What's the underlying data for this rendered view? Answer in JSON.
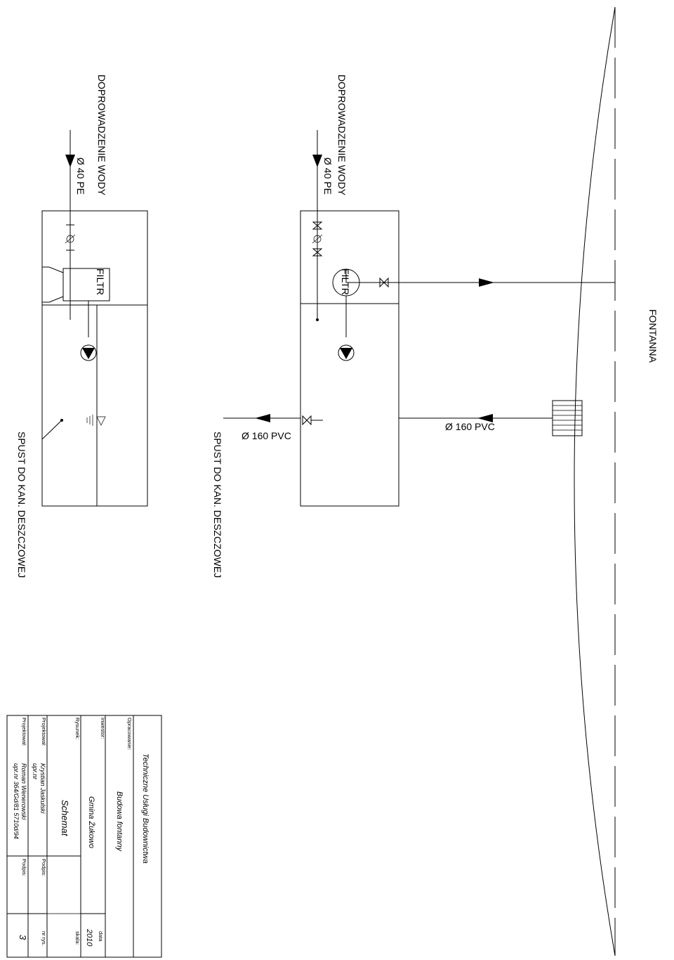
{
  "labels": {
    "fountain": "FONTANNA",
    "supply_title": "DOPROWADZENIE WODY",
    "supply_pipe": "Ø 40 PE",
    "filter": "FILTR",
    "drain": "SPUST DO KAN. DESZCZOWEJ",
    "pvc_pipe": "Ø 160 PVC"
  },
  "title_block": {
    "company": "Techniczne Usługi Budownictwa",
    "opracowanie_label": "Opracowanie:",
    "opracowanie_value": "Budowa fontanny",
    "inwestor_label": "Inwestor:",
    "inwestor_value": "Gmina Żukowo",
    "data_label": "data",
    "data_value": "2010",
    "rysunek_label": "Rysunek:",
    "rysunek_value": "Schemat",
    "skala_label": "skala:",
    "projektowal_label": "Projektował:",
    "projektowal_name": "Krystian Jaskulski",
    "projektowal_upr": "upr.nr",
    "podpis_label": "Podpis:",
    "nr_rys_label": "nr rys.",
    "nr_rys_value": "3",
    "projektowal2_label": "Projektował:",
    "projektowal2_name": "Roman Wenerowski",
    "projektowal2_upr": "upr.nr 364/Gd/81 5710d/94",
    "podpis2_label": "Podpis:"
  },
  "colors": {
    "ink": "#000000",
    "paper": "#ffffff"
  }
}
